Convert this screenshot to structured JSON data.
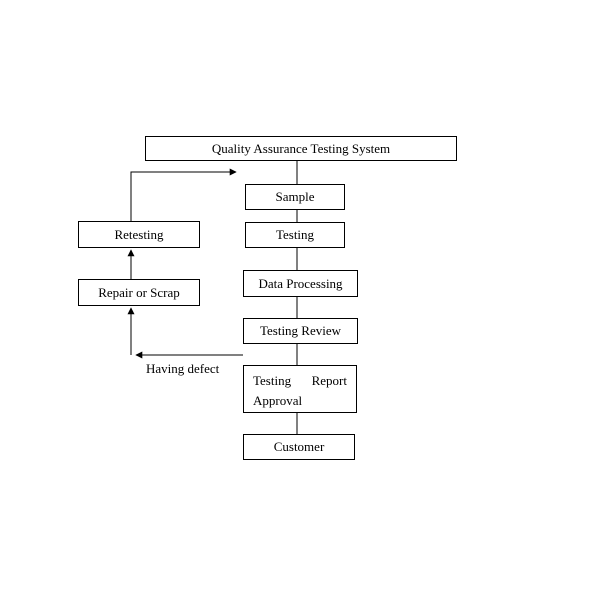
{
  "page": {
    "background": "#ffffff"
  },
  "diagram": {
    "type": "flowchart",
    "title": "Quality Assurance Testing System",
    "colors": {
      "border": "#000000",
      "background": "#ffffff",
      "text": "#000000",
      "connector": "#000000"
    },
    "nodes": [
      {
        "id": "qa-system",
        "label": "Quality Assurance Testing System"
      },
      {
        "id": "sample",
        "label": "Sample"
      },
      {
        "id": "testing",
        "label": "Testing"
      },
      {
        "id": "data-processing",
        "label": "Data Processing"
      },
      {
        "id": "testing-review",
        "label": "Testing Review"
      },
      {
        "id": "testing-report-approval",
        "label": "Testing Report Approval"
      },
      {
        "id": "customer",
        "label": "Customer"
      },
      {
        "id": "retesting",
        "label": "Retesting"
      },
      {
        "id": "repair-or-scrap",
        "label": "Repair or Scrap"
      }
    ],
    "annotations": [
      {
        "id": "having-defect",
        "text": "Having defect"
      }
    ],
    "edges": [
      {
        "from": "qa-system",
        "to": "sample"
      },
      {
        "from": "sample",
        "to": "testing"
      },
      {
        "from": "testing",
        "to": "data-processing"
      },
      {
        "from": "data-processing",
        "to": "testing-review"
      },
      {
        "from": "testing-review",
        "to": "testing-report-approval"
      },
      {
        "from": "testing-report-approval",
        "to": "customer"
      },
      {
        "from": "testing-review",
        "to": "repair-or-scrap",
        "label": "Having defect"
      },
      {
        "from": "repair-or-scrap",
        "to": "retesting"
      },
      {
        "from": "retesting",
        "to": "sample"
      }
    ]
  }
}
